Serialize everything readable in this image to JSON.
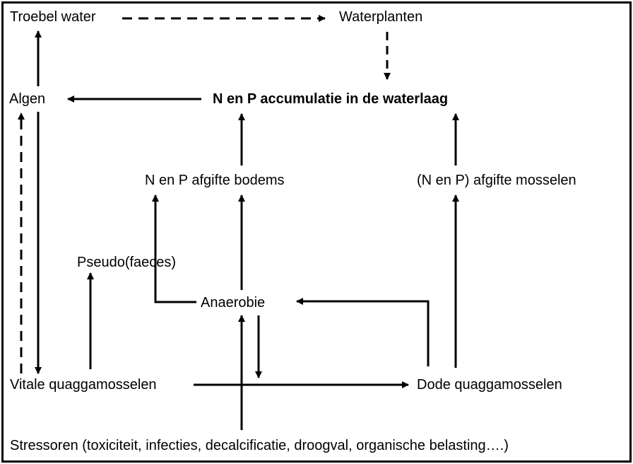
{
  "nodes": {
    "troebel_water": "Troebel water",
    "waterplanten": "Waterplanten",
    "algen": "Algen",
    "accumulatie": "N en P accumulatie in de waterlaag",
    "afgifte_bodems": "N en P afgifte bodems",
    "afgifte_mosselen": "(N en P) afgifte mosselen",
    "pseudo_faeces": "Pseudo(faeces)",
    "anaerobie": "Anaerobie",
    "vitale": "Vitale quaggamosselen",
    "dode": "Dode quaggamosselen",
    "stressoren": "Stressoren (toxiciteit, infecties, decalcificatie, droogval, organische belasting….)"
  },
  "edges": [
    {
      "from": "troebel_water",
      "to": "waterplanten",
      "style": "dashed"
    },
    {
      "from": "waterplanten",
      "to": "accumulatie",
      "style": "dashed"
    },
    {
      "from": "accumulatie",
      "to": "algen",
      "style": "solid"
    },
    {
      "from": "algen",
      "to": "troebel_water",
      "style": "solid"
    },
    {
      "from": "algen",
      "to": "vitale",
      "style": "solid"
    },
    {
      "from": "vitale",
      "to": "algen",
      "style": "dashed"
    },
    {
      "from": "afgifte_bodems",
      "to": "accumulatie",
      "style": "solid"
    },
    {
      "from": "afgifte_mosselen",
      "to": "accumulatie",
      "style": "solid"
    },
    {
      "from": "anaerobie",
      "to": "afgifte_bodems",
      "style": "solid"
    },
    {
      "from": "dode",
      "to": "afgifte_mosselen",
      "style": "solid"
    },
    {
      "from": "vitale",
      "to": "pseudo_faeces",
      "style": "solid"
    },
    {
      "from": "dode",
      "to": "anaerobie",
      "style": "solid"
    },
    {
      "from": "anaerobie",
      "to": "vitale_dode_link",
      "style": "solid"
    },
    {
      "from": "stressoren",
      "to": "anaerobie",
      "style": "solid"
    },
    {
      "from": "vitale",
      "to": "dode",
      "style": "solid"
    }
  ],
  "colors": {
    "line": "#000000",
    "background": "#ffffff"
  }
}
